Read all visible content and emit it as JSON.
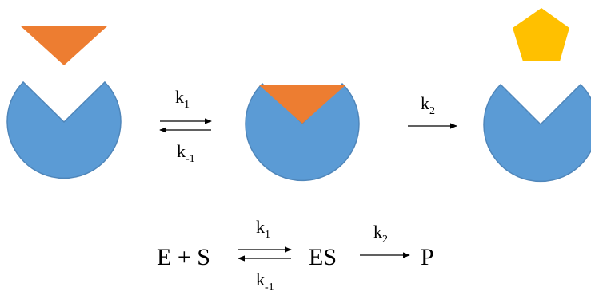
{
  "colors": {
    "enzyme": "#5B9BD5",
    "enzyme_stroke": "#4F86BA",
    "substrate": "#ED7D31",
    "product": "#FFC000",
    "text": "#000000"
  },
  "diagram": {
    "stage1": {
      "arrow_forward_label": "k",
      "arrow_forward_sub": "1",
      "arrow_reverse_label": "k",
      "arrow_reverse_sub": "-1"
    },
    "stage2": {
      "arrow_label": "k",
      "arrow_sub": "2"
    }
  },
  "equation": {
    "reactants": "E + S",
    "complex": "ES",
    "product": "P",
    "k1": "k",
    "k1_sub": "1",
    "km1": "k",
    "km1_sub": "-1",
    "k2": "k",
    "k2_sub": "2"
  }
}
